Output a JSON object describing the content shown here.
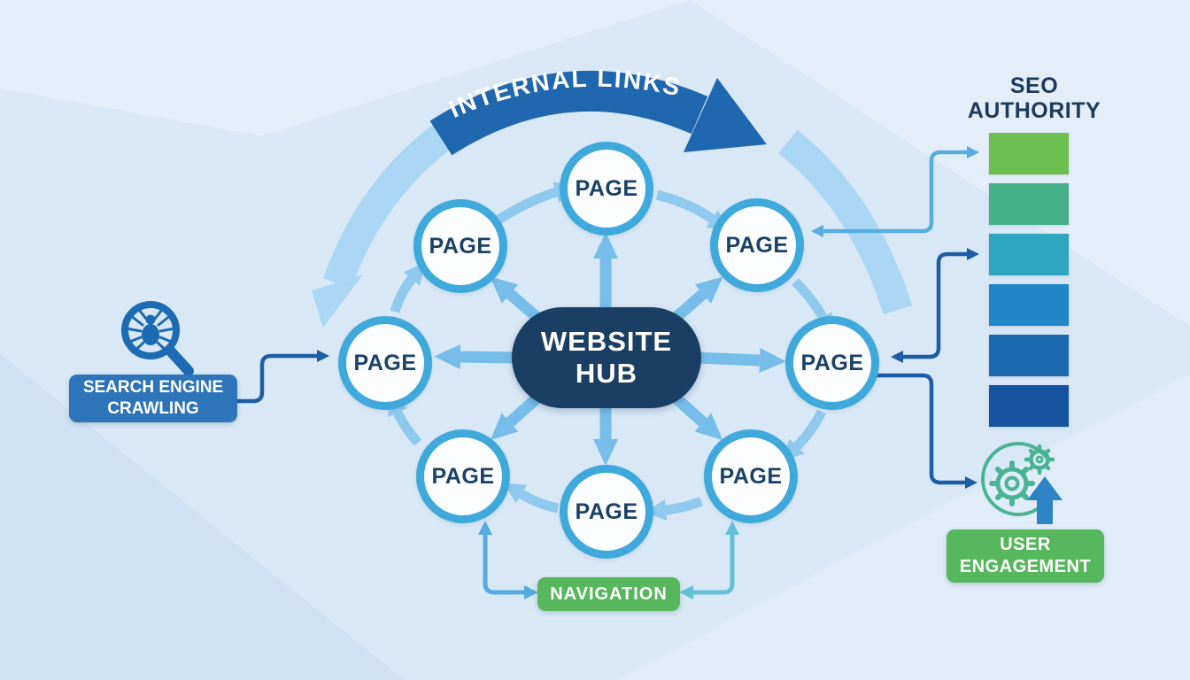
{
  "banner": {
    "label": "INTERNAL LINKS"
  },
  "hub": {
    "line1": "WEBSITE",
    "line2": "HUB",
    "color": "#1b3e64"
  },
  "pages": [
    {
      "position": "top",
      "label": "PAGE"
    },
    {
      "position": "top-right",
      "label": "PAGE"
    },
    {
      "position": "right",
      "label": "PAGE"
    },
    {
      "position": "bottom-right",
      "label": "PAGE"
    },
    {
      "position": "bottom",
      "label": "PAGE"
    },
    {
      "position": "bottom-left",
      "label": "PAGE"
    },
    {
      "position": "left",
      "label": "PAGE"
    },
    {
      "position": "top-left",
      "label": "PAGE"
    }
  ],
  "search_crawling": {
    "line1": "SEARCH ENGINE",
    "line2": "CRAWLING",
    "color": "#2d74b8",
    "icon": "spider-magnifier-icon"
  },
  "seo_authority": {
    "title_line1": "SEO",
    "title_line2": "AUTHORITY",
    "levels": [
      "#6cbf4f",
      "#46b189",
      "#2fa6bf",
      "#1f86c7",
      "#1b6ab0",
      "#15539e"
    ]
  },
  "user_engagement": {
    "line1": "USER",
    "line2": "ENGAGEMENT",
    "color": "#57b75c",
    "icon": "gears-icon"
  },
  "navigation": {
    "label": "NAVIGATION",
    "color": "#57b75c"
  },
  "palette": {
    "background": "#d8e8f6",
    "banner_arc": "#1f67ae",
    "outer_arc": "#a6d5f2",
    "radial_arrow": "#76bee9",
    "ring_arrow": "#90c9ee",
    "dark_connector": "#1d5da5",
    "light_connector": "#58ade0",
    "nav_connector_left": "#55abdf",
    "nav_connector_right": "#62c1d8",
    "page_ring": "#3fa9dc",
    "page_text": "#1c4166"
  }
}
